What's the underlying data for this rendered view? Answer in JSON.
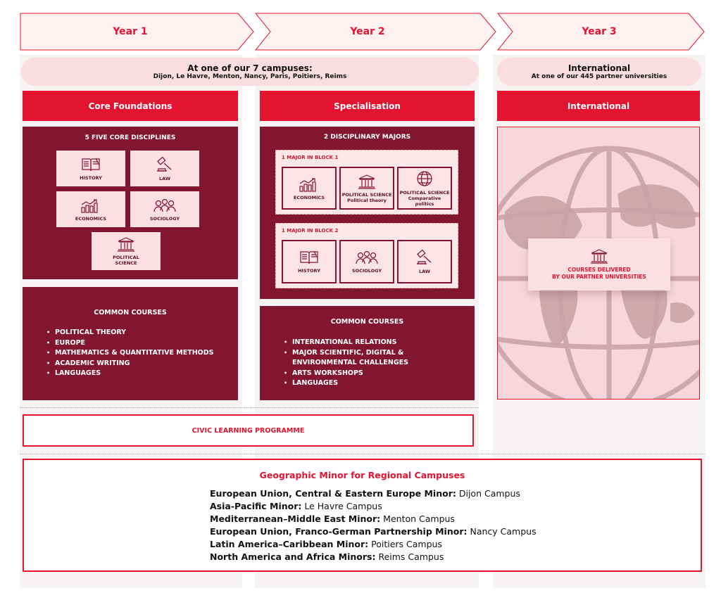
{
  "years": [
    "Year 1",
    "Year 2",
    "Year 3"
  ],
  "campuses": {
    "title": "At one of our 7 campuses:",
    "list": "Dijon, Le Havre, Menton, Nancy, Paris, Poitiers, Reims"
  },
  "international": {
    "title": "International",
    "subtitle": "At one of our 445 partner universities",
    "header": "International",
    "card_line1": "COURSES DELIVERED",
    "card_line2": "BY OUR PARTNER UNIVERSITIES"
  },
  "year1": {
    "header": "Core Foundations",
    "disciplines_title": "5 FIVE CORE DISCIPLINES",
    "disciplines": [
      {
        "label": "HISTORY",
        "icon": "book-icon"
      },
      {
        "label": "LAW",
        "icon": "gavel-icon"
      },
      {
        "label": "ECONOMICS",
        "icon": "chart-icon"
      },
      {
        "label": "SOCIOLOGY",
        "icon": "people-icon"
      },
      {
        "label": "POLITICAL SCIENCE",
        "icon": "institution-icon"
      }
    ],
    "courses_title": "COMMON COURSES",
    "courses": [
      "POLITICAL THEORY",
      "EUROPE",
      "MATHEMATICS & QUANTITATIVE METHODS",
      "ACADEMIC WRITING",
      "LANGUAGES"
    ]
  },
  "year2": {
    "header": "Specialisation",
    "majors_title": "2 DISCIPLINARY MAJORS",
    "block1": {
      "title": "1 MAJOR IN BLOCK 1",
      "items": [
        {
          "label": "ECONOMICS",
          "sub": "",
          "icon": "chart-icon"
        },
        {
          "label": "POLITICAL SCIENCE",
          "sub": "Political theory",
          "icon": "institution-icon"
        },
        {
          "label": "POLITICAL SCIENCE",
          "sub": "Comparative politics",
          "icon": "globe-icon"
        }
      ]
    },
    "block2": {
      "title": "1 MAJOR IN BLOCK 2",
      "items": [
        {
          "label": "HISTORY",
          "icon": "book-icon"
        },
        {
          "label": "SOCIOLOGY",
          "icon": "people-icon"
        },
        {
          "label": "LAW",
          "icon": "gavel-icon"
        }
      ]
    },
    "courses_title": "COMMON COURSES",
    "courses": [
      "INTERNATIONAL RELATIONS",
      "MAJOR SCIENTIFIC, DIGITAL &",
      "ENVIRONMENTAL CHALLENGES",
      "ARTS WORKSHOPS",
      "LANGUAGES"
    ]
  },
  "civic": "CIVIC LEARNING PROGRAMME",
  "geo": {
    "title": "Geographic Minor for Regional Campuses",
    "minors": [
      {
        "minor": "European Union, Central & Eastern Europe Minor:",
        "campus": "Dijon Campus"
      },
      {
        "minor": "Asia-Pacific Minor:",
        "campus": "Le Havre Campus"
      },
      {
        "minor": "Mediterranean–Middle East Minor:",
        "campus": "Menton Campus"
      },
      {
        "minor": "European Union, Franco-German Partnership Minor:",
        "campus": "Nancy Campus"
      },
      {
        "minor": "Latin America–Caribbean Minor:",
        "campus": "Poitiers Campus"
      },
      {
        "minor": "North America and Africa Minors:",
        "campus": "Reims Campus"
      }
    ]
  },
  "colors": {
    "accent": "#e3142f",
    "maroon": "#821630",
    "pink": "#fbdfe2"
  }
}
